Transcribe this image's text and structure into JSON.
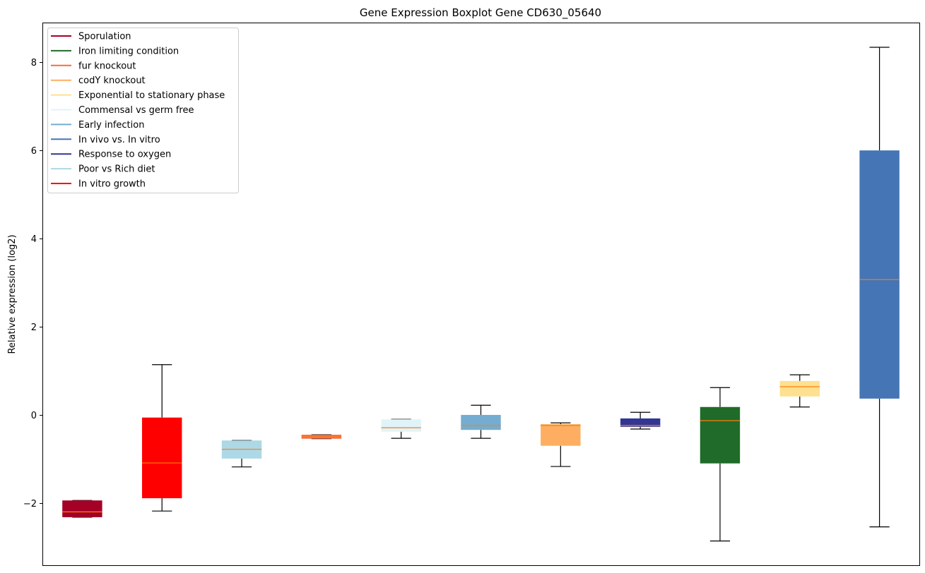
{
  "chart_data": {
    "type": "boxplot",
    "title": "Gene Expression Boxplot Gene CD630_05640",
    "xlabel": "",
    "ylabel": "Relative expression (log2)",
    "ylim": [
      -3.41,
      8.9
    ],
    "yticks": [
      -2,
      0,
      2,
      4,
      6,
      8
    ],
    "ytick_labels": [
      "−2",
      "0",
      "2",
      "4",
      "6",
      "8"
    ],
    "grid": false,
    "legend_position": "top-left",
    "legend": [
      {
        "label": "Sporulation",
        "color": "#a50026"
      },
      {
        "label": "Iron limiting condition",
        "color": "#206b29"
      },
      {
        "label": "fur knockout",
        "color": "#f46d43"
      },
      {
        "label": "codY knockout",
        "color": "#fdae61"
      },
      {
        "label": "Exponential to stationary phase",
        "color": "#fee090"
      },
      {
        "label": "Commensal vs germ free",
        "color": "#e0f3f8"
      },
      {
        "label": "Early infection",
        "color": "#74add1"
      },
      {
        "label": "In vivo vs. In vitro",
        "color": "#4575b4"
      },
      {
        "label": "Response to oxygen",
        "color": "#313695"
      },
      {
        "label": "Poor vs Rich diet",
        "color": "#add8e6"
      },
      {
        "label": "In vitro growth",
        "color": "#ff0000"
      }
    ],
    "boxes": [
      {
        "group": "Sporulation",
        "color": "#a50026",
        "whisker_low": -2.32,
        "q1": -2.32,
        "median": -2.2,
        "q3": -1.94,
        "whisker_high": -1.94
      },
      {
        "group": "In vitro growth",
        "color": "#ff0000",
        "whisker_low": -2.18,
        "q1": -1.89,
        "median": -1.09,
        "q3": -0.06,
        "whisker_high": 1.14
      },
      {
        "group": "Poor vs Rich diet",
        "color": "#add8e6",
        "whisker_low": -1.18,
        "q1": -0.99,
        "median": -0.78,
        "q3": -0.58,
        "whisker_high": -0.58
      },
      {
        "group": "fur knockout",
        "color": "#f46d43",
        "whisker_low": -0.54,
        "q1": -0.54,
        "median": -0.5,
        "q3": -0.45,
        "whisker_high": -0.45
      },
      {
        "group": "Commensal vs germ free",
        "color": "#e0f3f8",
        "whisker_low": -0.53,
        "q1": -0.38,
        "median": -0.29,
        "q3": -0.1,
        "whisker_high": -0.1
      },
      {
        "group": "Early infection",
        "color": "#74add1",
        "whisker_low": -0.53,
        "q1": -0.34,
        "median": -0.24,
        "q3": 0.0,
        "whisker_high": 0.22
      },
      {
        "group": "codY knockout",
        "color": "#fdae61",
        "whisker_low": -1.17,
        "q1": -0.7,
        "median": -0.24,
        "q3": -0.21,
        "whisker_high": -0.18
      },
      {
        "group": "Response to oxygen",
        "color": "#313695",
        "whisker_low": -0.32,
        "q1": -0.27,
        "median": -0.24,
        "q3": -0.08,
        "whisker_high": 0.06
      },
      {
        "group": "Iron limiting condition",
        "color": "#206b29",
        "whisker_low": -2.86,
        "q1": -1.1,
        "median": -0.13,
        "q3": 0.18,
        "whisker_high": 0.62
      },
      {
        "group": "Exponential to stationary phase",
        "color": "#fee090",
        "whisker_low": 0.18,
        "q1": 0.42,
        "median": 0.64,
        "q3": 0.77,
        "whisker_high": 0.91
      },
      {
        "group": "In vivo vs. In vitro",
        "color": "#4575b4",
        "whisker_low": -2.54,
        "q1": 0.37,
        "median": 3.07,
        "q3": 6.0,
        "whisker_high": 8.34
      }
    ],
    "median_color": "#ff7f0e"
  }
}
